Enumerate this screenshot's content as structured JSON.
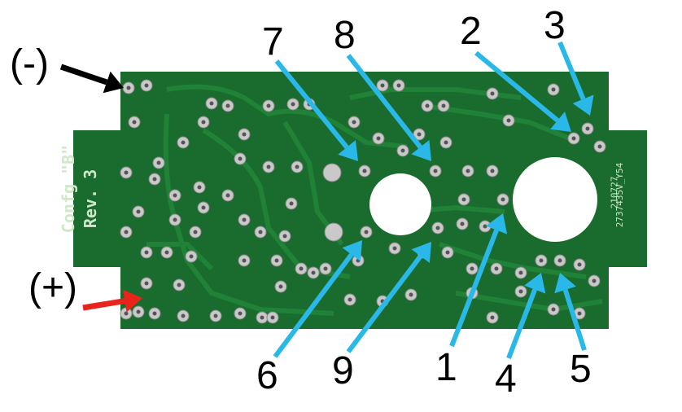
{
  "labels": {
    "minus": "(-)",
    "plus": "(+)",
    "pins": [
      "7",
      "8",
      "2",
      "3",
      "6",
      "9",
      "1",
      "4",
      "5"
    ]
  },
  "silkscreen": {
    "config": "Confg \"B\"",
    "rev": "Rev. 3",
    "code1": "210727",
    "code2": "2737435V_Y54"
  },
  "colors": {
    "board": "#1a6b2e",
    "trace": "#23803a",
    "silver": "#c9c9c9",
    "arrow_blue": "#29b8e8",
    "arrow_black": "#000000",
    "arrow_red": "#e8241b"
  }
}
